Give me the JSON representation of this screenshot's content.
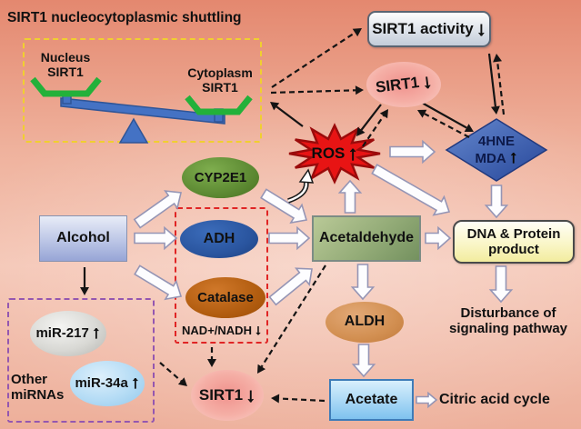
{
  "title": "SIRT1 nucleocytoplasmic shuttling",
  "balance": {
    "nucleus_line1": "Nucleus",
    "nucleus_line2": "SIRT1",
    "cytoplasm_line1": "Cytoplasm",
    "cytoplasm_line2": "SIRT1"
  },
  "nodes": {
    "sirt1_activity": {
      "label": "SIRT1 activity",
      "trend": "down"
    },
    "sirt1_upper": {
      "label": "SIRT1",
      "trend": "down"
    },
    "ros": {
      "label": "ROS",
      "trend": "up"
    },
    "hne_mda": {
      "line1": "4HNE",
      "line2": "MDA",
      "trend": "up"
    },
    "cyp2e1": {
      "label": "CYP2E1"
    },
    "alcohol": {
      "label": "Alcohol"
    },
    "adh": {
      "label": "ADH"
    },
    "catalase": {
      "label": "Catalase"
    },
    "nad_nadh": {
      "label": "NAD+/NADH",
      "trend": "down"
    },
    "acetaldehyde": {
      "label": "Acetaldehyde"
    },
    "dna_protein": {
      "line1": "DNA & Protein",
      "line2": "product"
    },
    "disturbance": {
      "line1": "Disturbance of",
      "line2": "signaling pathway"
    },
    "aldh": {
      "label": "ALDH"
    },
    "acetate": {
      "label": "Acetate"
    },
    "citric_acid": {
      "label": "Citric acid cycle"
    },
    "mir217": {
      "label": "miR-217",
      "trend": "up"
    },
    "mir34a": {
      "label": "miR-34a",
      "trend": "up"
    },
    "other_mirnas": {
      "line1": "Other",
      "line2": "miRNAs"
    },
    "sirt1_lower": {
      "label": "SIRT1",
      "trend": "down"
    }
  },
  "glyphs": {
    "up": "↑",
    "down": "↓"
  },
  "colors": {
    "background_top": "#e4886f",
    "background_mid": "#f5c8b8",
    "ros_red": "#e81414",
    "ros_outline": "#9b0b0b",
    "diamond_blue_light": "#6487cd",
    "diamond_blue_dark": "#27479a",
    "balance_green": "#23b13a",
    "balance_blue": "#4472c4",
    "yellow_dash": "#f0cf30",
    "red_dash": "#e02525",
    "purple_dash": "#9457b0",
    "pink_node": "#f0928d"
  }
}
